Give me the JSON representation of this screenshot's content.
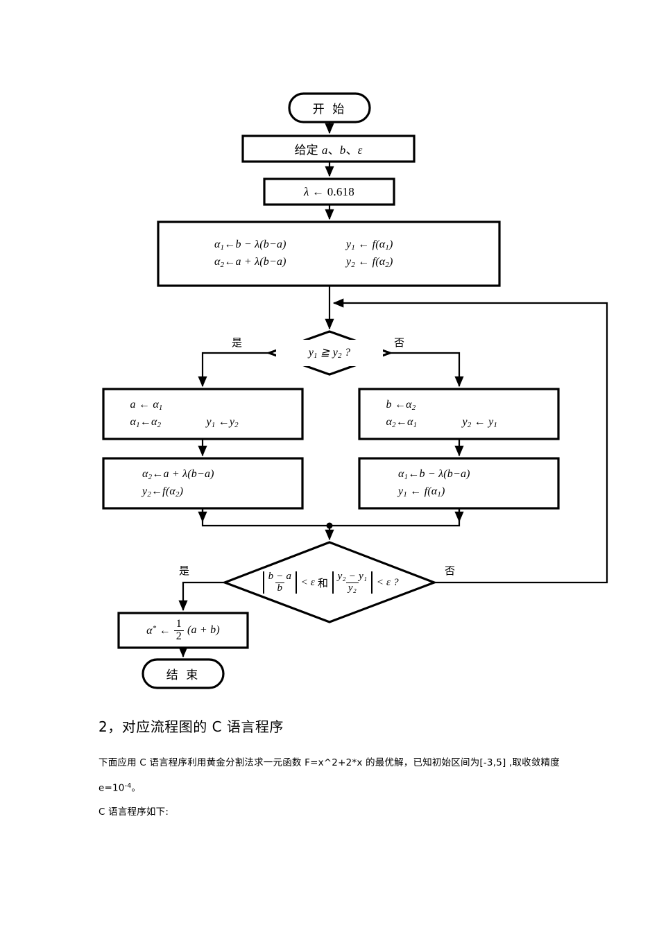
{
  "flowchart": {
    "start_node": {
      "label": "开 始"
    },
    "input_box": {
      "label": "给定 a、b、ε"
    },
    "lambda_box": {
      "label": "λ ← 0.618"
    },
    "init_box": {
      "line1_left": "α₁ ← b − λ(b−a)",
      "line1_right": "y₁ ← f(α₁)",
      "line2_left": "α₂ ← a + λ(b−a)",
      "line2_right": "y₂ ← f(α₂)"
    },
    "compare_decision": {
      "label": "y₁ ⩾ y₂ ?",
      "yes_label": "是",
      "no_label": "否"
    },
    "left_update_box": {
      "line1": "a ← α₁",
      "line2_left": "α₁ ← α₂",
      "line2_right": "y₁ ← y₂"
    },
    "right_update_box": {
      "line1": "b ← α₂",
      "line2_left": "α₂ ← α₁",
      "line2_right": "y₂ ← y₁"
    },
    "left_recompute_box": {
      "line1": "α₂ ← a + λ(b−a)",
      "line2": "y₂ ← f(α₂)"
    },
    "right_recompute_box": {
      "line1": "α₁ ← b − λ(b−a)",
      "line2": "y₁ ← f(α₁)"
    },
    "convergence_decision": {
      "term1_num": "b − a",
      "term1_den": "b",
      "relation1": "< ε",
      "conjunction": "和",
      "term2_num": "y₂ − y₁",
      "term2_den": "y₂",
      "relation2": "< ε ?",
      "yes_label": "是",
      "no_label": "否"
    },
    "result_box": {
      "prefix": "α* ←",
      "frac_num": "1",
      "frac_den": "2",
      "suffix": "(a + b)"
    },
    "end_node": {
      "label": "结 束"
    }
  },
  "prose": {
    "heading": "2，对应流程图的 C 语言程序",
    "paragraph1_part1": "下面应用 C 语言程序利用黄金分割法求一元函数 F=x^2+2*x 的最优解，已知初始区间为[-3,5] ,取收敛精度 e=10",
    "paragraph1_exponent": "-4",
    "paragraph1_part2": "。",
    "paragraph2": "C 语言程序如下:"
  },
  "colors": {
    "ink": "#000000",
    "page": "#ffffff"
  }
}
